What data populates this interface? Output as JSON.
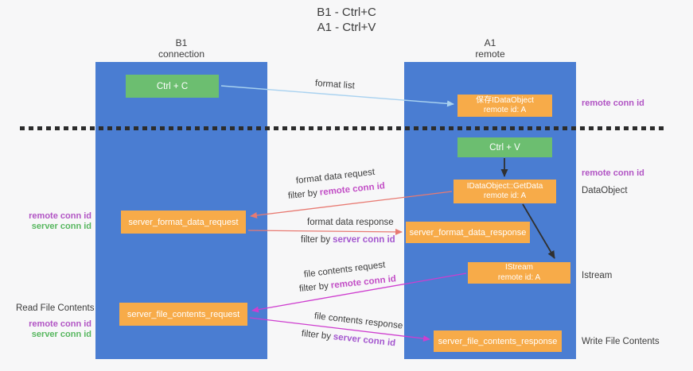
{
  "title": {
    "line1": "B1 - Ctrl+C",
    "line2": "A1 - Ctrl+V"
  },
  "columns": {
    "left": {
      "name": "B1",
      "role": "connection"
    },
    "right": {
      "name": "A1",
      "role": "remote"
    }
  },
  "boxes": {
    "ctrl_c": {
      "label": "Ctrl + C"
    },
    "save_idataobject": {
      "line1": "保存IDataObject",
      "line2": "remote id: A"
    },
    "ctrl_v": {
      "label": "Ctrl + V"
    },
    "getdata": {
      "line1": "IDataObject::GetData",
      "line2": "remote id: A"
    },
    "format_request": {
      "label": "server_format_data_request"
    },
    "format_response": {
      "label": "server_format_data_response"
    },
    "istream": {
      "line1": "IStream",
      "line2": "remote id: A"
    },
    "file_request": {
      "label": "server_file_contents_request"
    },
    "file_response": {
      "label": "server_file_contents_response"
    }
  },
  "flow_labels": {
    "format_list": "format list",
    "format_data_request": "format data request",
    "format_data_response": "format data response",
    "file_contents_request": "file contents request",
    "file_contents_response": "file contents response",
    "filter_by": "filter by",
    "remote_conn_id": "remote conn id",
    "server_conn_id": "server conn id"
  },
  "side_labels": {
    "remote_conn_id": "remote conn id",
    "server_conn_id": "server conn id",
    "read_file_contents": "Read File Contents",
    "write_file_contents": "Write File Contents",
    "data_object": "DataObject",
    "istream": "Istream"
  },
  "colors": {
    "lifeline_blue": "#4a7dd2",
    "box_green": "#6cbe70",
    "box_orange": "#f7ab49",
    "arrow_lightblue": "#a9d2f0",
    "arrow_red": "#e87a72",
    "arrow_magenta": "#ce3ecf",
    "arrow_black": "#303030",
    "label_magenta": "#c24ec6",
    "label_purple": "#a457cf",
    "side_purple": "#b154c4",
    "side_green": "#57b75f",
    "dash": "#2c2c2c",
    "background": "#f7f7f8",
    "text_dark": "#3c3c3c"
  }
}
